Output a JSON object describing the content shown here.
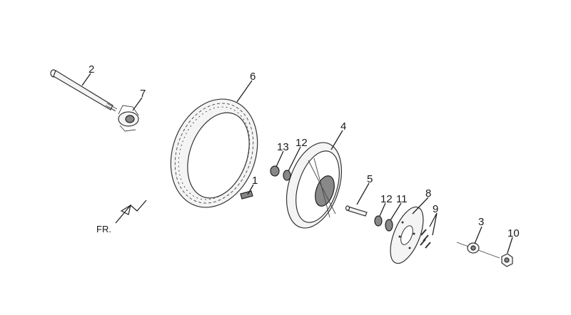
{
  "diagram": {
    "direction_label": "FR.",
    "callouts": [
      "1",
      "2",
      "3",
      "4",
      "5",
      "6",
      "7",
      "8",
      "9",
      "10",
      "11",
      "12",
      "12",
      "13"
    ]
  }
}
